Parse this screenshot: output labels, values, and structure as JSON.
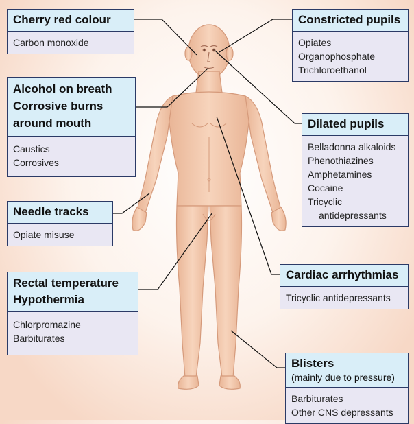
{
  "boxes": {
    "cherry": {
      "title": "Cherry red colour",
      "items": [
        "Carbon monoxide"
      ]
    },
    "alcohol": {
      "title_lines": [
        "Alcohol on breath",
        "Corrosive burns",
        "around mouth"
      ],
      "items": [
        "Caustics",
        "Corrosives"
      ]
    },
    "needle": {
      "title": "Needle tracks",
      "items": [
        "Opiate misuse"
      ]
    },
    "rectal": {
      "title_lines": [
        "Rectal temperature",
        "Hypothermia"
      ],
      "items": [
        "Chlorpromazine",
        "Barbiturates"
      ]
    },
    "constricted": {
      "title": "Constricted pupils",
      "items": [
        "Opiates",
        "Organophosphate",
        "Trichloroethanol"
      ]
    },
    "dilated": {
      "title": "Dilated pupils",
      "items": [
        "Belladonna alkaloids",
        "Phenothiazines",
        "Amphetamines",
        "Cocaine",
        "Tricyclic",
        "antidepressants"
      ]
    },
    "cardiac": {
      "title": "Cardiac arrhythmias",
      "items": [
        "Tricyclic antidepressants"
      ]
    },
    "blisters": {
      "title": "Blisters",
      "subtitle": "(mainly due to pressure)",
      "items": [
        "Barbiturates",
        "Other CNS depressants"
      ]
    }
  },
  "colors": {
    "header_fill": "#d9eef8",
    "body_fill": "#e9e7f3",
    "border": "#2b3a66",
    "skin": "#f3c9ad",
    "background_edge": "#f7d8c6"
  }
}
